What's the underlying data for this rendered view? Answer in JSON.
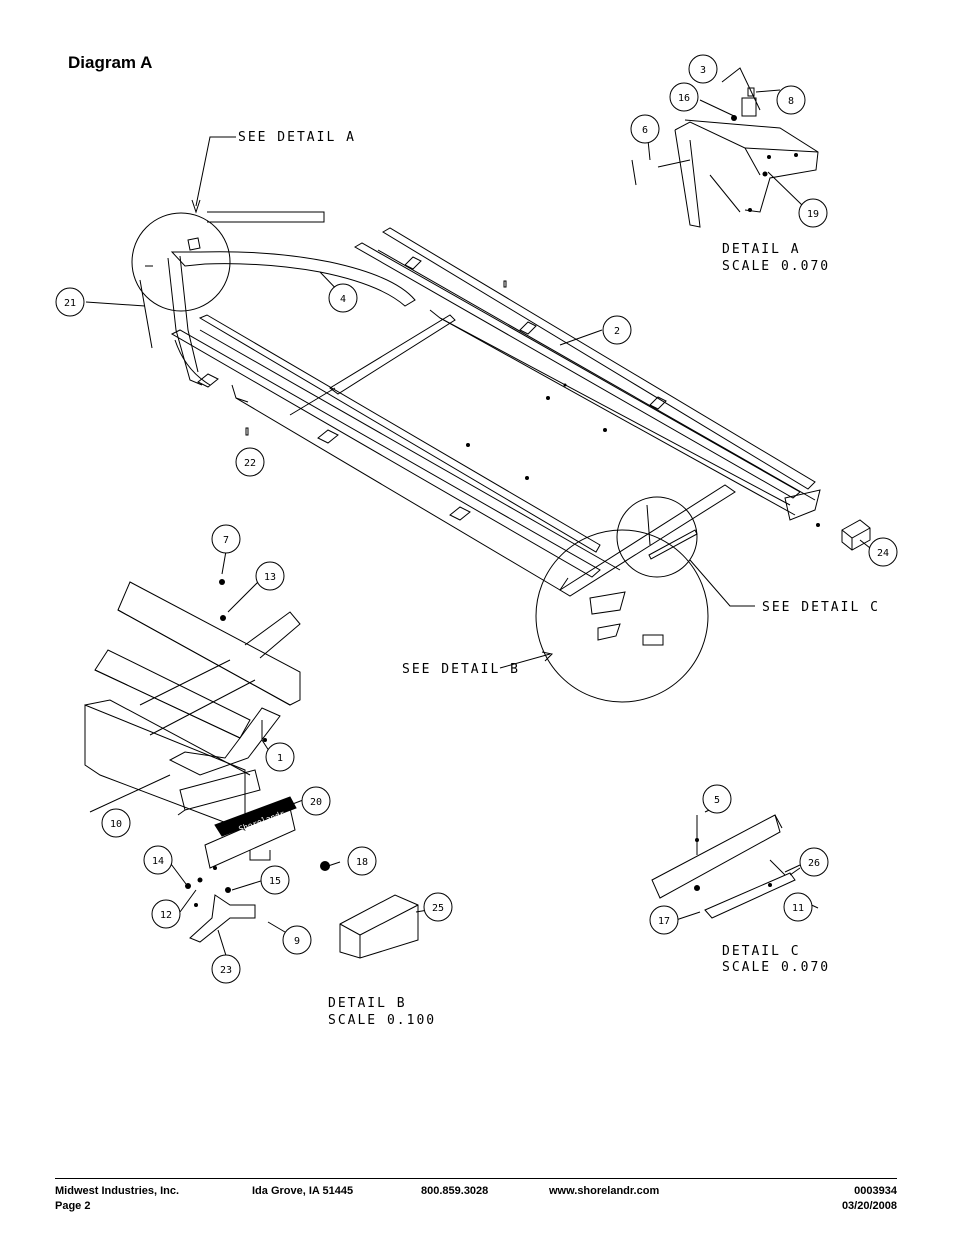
{
  "title": "Diagram A",
  "callouts": [
    "1",
    "2",
    "3",
    "4",
    "5",
    "6",
    "7",
    "8",
    "9",
    "10",
    "11",
    "12",
    "13",
    "14",
    "15",
    "16",
    "17",
    "18",
    "19",
    "20",
    "21",
    "22",
    "23",
    "24",
    "25",
    "26"
  ],
  "labels": {
    "see_detail_a": "SEE DETAIL  A",
    "see_detail_b": "SEE DETAIL  B",
    "see_detail_c": "SEE DETAIL  C",
    "detail_a": "DETAIL  A",
    "detail_a_scale": "SCALE  0.070",
    "detail_b": "DETAIL  B",
    "detail_b_scale": "SCALE  0.100",
    "detail_c": "DETAIL  C",
    "detail_c_scale": "SCALE  0.070",
    "pad_brand": "Shorelandr"
  },
  "footer": {
    "company": "Midwest Industries, Inc.",
    "page": "Page 2",
    "city": "Ida Grove, IA  51445",
    "phone": "800.859.3028",
    "website": "www.shorelandr.com",
    "doc_number": "0003934",
    "date": "03/20/2008"
  }
}
